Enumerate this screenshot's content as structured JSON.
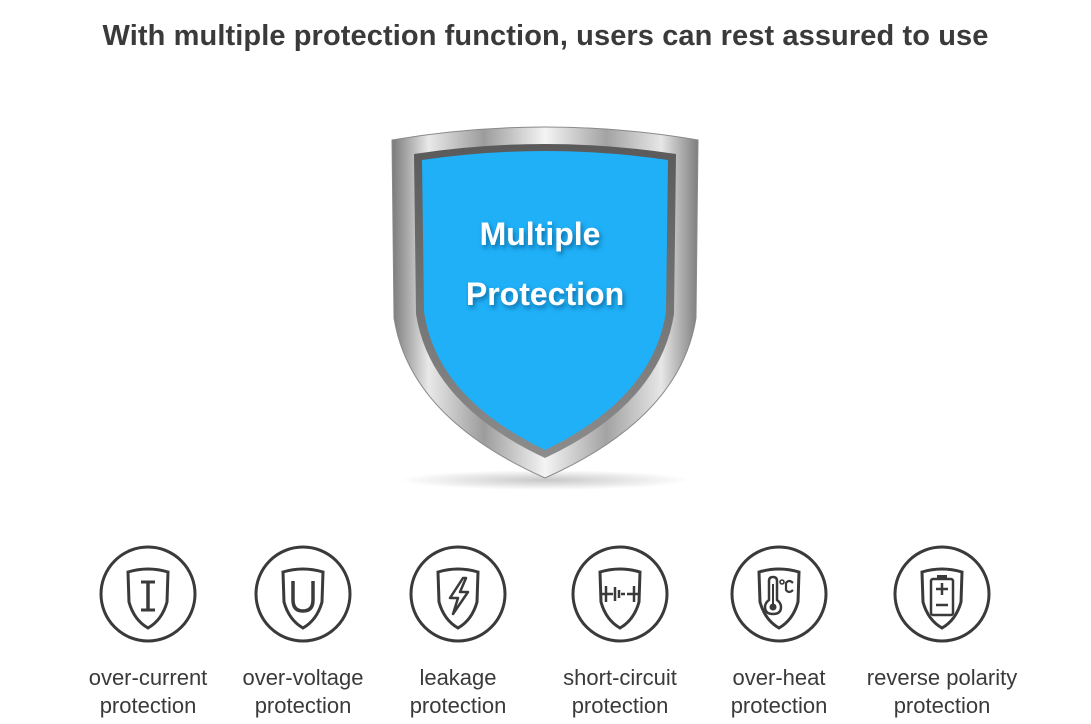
{
  "headline": "With multiple protection function, users can rest assured to use",
  "shield": {
    "line1": "Multiple",
    "line2": "Protection",
    "fill_color": "#1fb0f7",
    "frame_color": "#b8b8b8"
  },
  "features": [
    {
      "icon": "over-current-icon",
      "glyph": "I",
      "line1": "over-current",
      "line2": "protection"
    },
    {
      "icon": "over-voltage-icon",
      "glyph": "U",
      "line1": "over-voltage",
      "line2": "protection"
    },
    {
      "icon": "leakage-icon",
      "glyph": "lightning",
      "line1": "leakage",
      "line2": "protection"
    },
    {
      "icon": "short-circuit-icon",
      "glyph": "circuit",
      "line1": "short-circuit",
      "line2": "protection"
    },
    {
      "icon": "over-heat-icon",
      "glyph": "°C",
      "line1": "over-heat",
      "line2": "protection"
    },
    {
      "icon": "reverse-polarity-icon",
      "glyph": "battery",
      "line1": "reverse polarity",
      "line2": "protection"
    }
  ]
}
